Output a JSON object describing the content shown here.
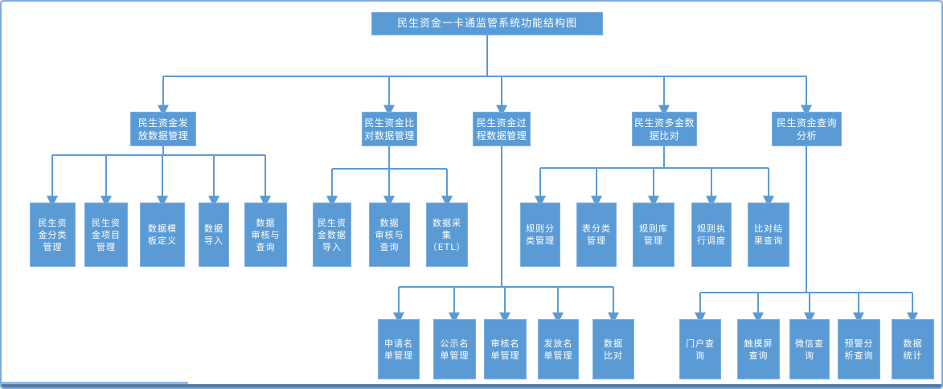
{
  "tree": {
    "root": "民生资金一卡通监管系统功能结构图",
    "branches": [
      {
        "label": "民生资金发\n放数据管理",
        "children": [
          "民生资\n金分类\n管理",
          "民生资\n金项目\n管理",
          "数据模\n板定义",
          "数据\n导入",
          "数据\n审核与\n查询"
        ]
      },
      {
        "label": "民生资金比\n对数据管理",
        "children": [
          "民生资\n金数据\n导入",
          "数据\n审核与\n查询",
          "数据采\n集\n（ETL）"
        ]
      },
      {
        "label": "民生资金过\n程数据管理",
        "children": [
          "申请名\n单管理",
          "公示名\n单管理",
          "审核名\n单管理",
          "发放名\n单管理",
          "数据\n比对"
        ]
      },
      {
        "label": "民生资多金数\n据比对",
        "children": [
          "规则分\n类管理",
          "表分类\n管理",
          "规则库\n管理",
          "规则执\n行调度",
          "比对结\n果查询"
        ]
      },
      {
        "label": "民生资金查询\n分析",
        "children": [
          "门户查\n询",
          "触摸屏\n查询",
          "微信查\n询",
          "预警分\n析查询",
          "数据\n统计"
        ]
      }
    ]
  },
  "colors": {
    "node_fill": "#5b9bd5",
    "node_border": "#7eb0e0",
    "node_text": "#ffffff",
    "connector": "#5b9bd5",
    "frame_border": "#79abdf",
    "bottom_bar": "#53779e",
    "bottom_accent": "#8fbbe8"
  }
}
